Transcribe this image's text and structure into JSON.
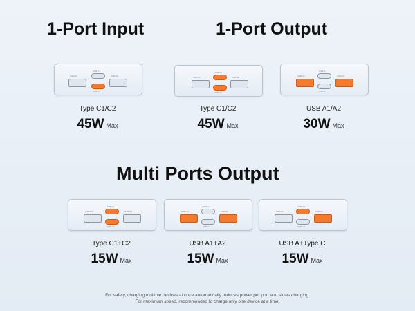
{
  "headings": {
    "single_input": "1-Port Input",
    "single_output": "1-Port Output",
    "multi_output": "Multi Ports Output"
  },
  "panels": [
    {
      "caption": "Type C1/C2",
      "wattage": "45W",
      "unit": "Max",
      "port_labels": [
        "USB-A1",
        "USB-C1",
        "USB-C2",
        "USB-A2"
      ],
      "active": "C2"
    },
    {
      "caption": "Type C1/C2",
      "wattage": "45W",
      "unit": "Max",
      "port_labels": [
        "USB-A1",
        "USB-C1",
        "USB-C2",
        "USB-A2"
      ],
      "active": "C1C2"
    },
    {
      "caption": "USB A1/A2",
      "wattage": "30W",
      "unit": "Max",
      "port_labels": [
        "USB-A1",
        "USB-C1",
        "USB-C2",
        "USB-A2"
      ],
      "active": "A1A2"
    },
    {
      "caption": "Type C1+C2",
      "wattage": "15W",
      "unit": "Max",
      "port_labels": [
        "USB-A1",
        "USB-C1",
        "USB-C2",
        "USB-A2"
      ],
      "active": "C1C2"
    },
    {
      "caption": "USB A1+A2",
      "wattage": "15W",
      "unit": "Max",
      "port_labels": [
        "USB-A1",
        "USB-C1",
        "USB-C2",
        "USB-A2"
      ],
      "active": "A1A2"
    },
    {
      "caption": "USB A+Type C",
      "wattage": "15W",
      "unit": "Max",
      "port_labels": [
        "USB-A1",
        "USB-C1",
        "USB-C2",
        "USB-A2"
      ],
      "active": "C1A2"
    }
  ],
  "footnote": {
    "line1": "For safety, charging multiple devices at once automatically reduces power per port and slows charging.",
    "line2": "For maximum speed, recommended to charge only one device at a time."
  },
  "colors": {
    "active_port": "#f47a2e",
    "inactive_port": "#dfe6ee"
  }
}
